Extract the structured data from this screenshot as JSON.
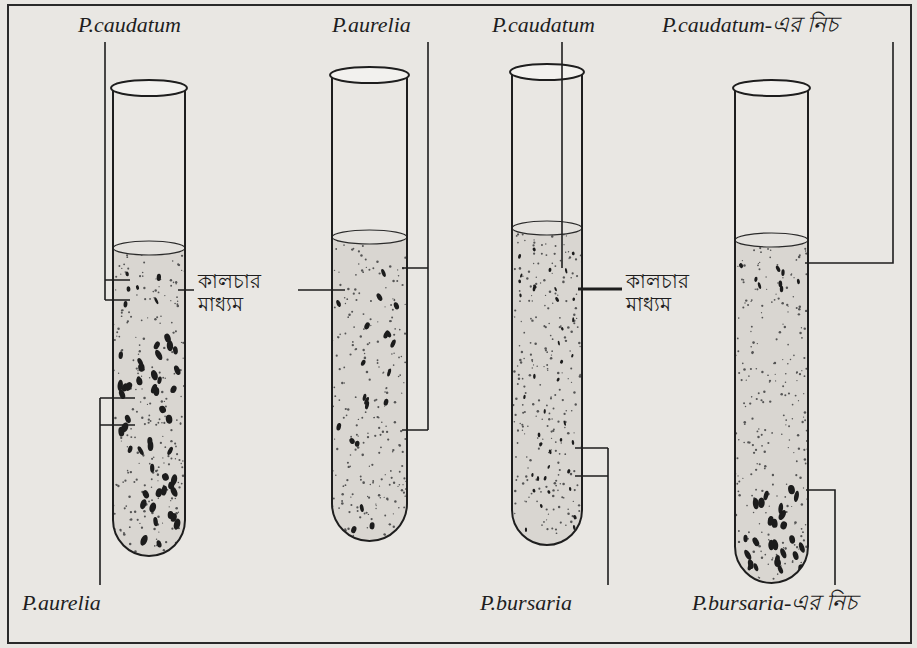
{
  "diagram": {
    "labels": [
      "P.caudatum",
      "P.aurelia",
      "P.caudatum",
      "P.caudatum-এর নিচ",
      "কালচার মাধ্যম",
      "কালচার মাধ্যম",
      "P.aurelia",
      "P.bursaria",
      "P.bursaria-এর নিচ"
    ]
  }
}
